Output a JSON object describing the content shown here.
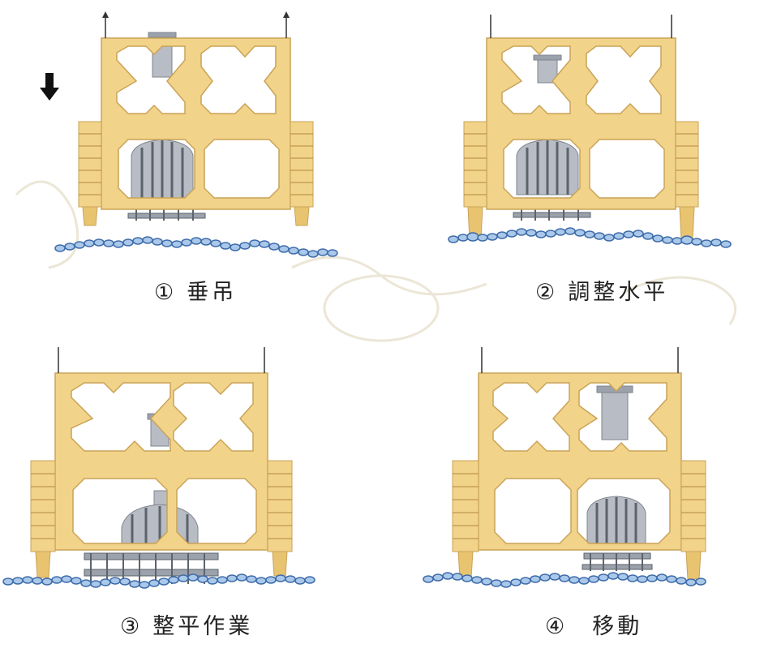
{
  "panels": [
    {
      "number": "①",
      "label": "垂吊"
    },
    {
      "number": "②",
      "label": "調整水平"
    },
    {
      "number": "③",
      "label": "整平作業"
    },
    {
      "number": "④",
      "label": "移動"
    }
  ],
  "colors": {
    "frame": "#F2D38A",
    "frame_stroke": "#C9A357",
    "machine": "#B8BCC4",
    "machine_dark": "#7E848E",
    "pebbles": "#A9C8EA",
    "pebbles_stroke": "#3C6AA8",
    "arrow": "#111111",
    "watermark": "#E9E3D2"
  },
  "icons": [
    "down-arrow-icon",
    "up-arrow-icon"
  ]
}
